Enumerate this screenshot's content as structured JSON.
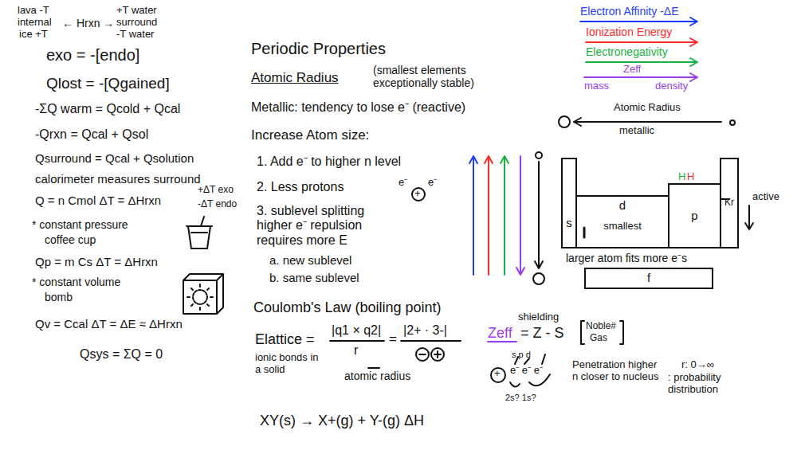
{
  "diagram": {
    "nodes": [
      {
        "text": [
          "s"
        ]
      },
      {
        "text": [
          "d",
          "smallest"
        ]
      },
      {
        "text": [
          "p"
        ]
      },
      {
        "text": [
          "Kr"
        ]
      },
      {
        "text": [
          "f"
        ]
      }
    ],
    "labels": [
      "lava -T",
      "internal",
      "ice +T",
      "← Hrxn →",
      "+T water",
      "surround",
      "-T water",
      "exo = -[endo]",
      "Qlost = -[Qgained]",
      "-ΣQ warm = Qcold + Qcal",
      "-Qrxn = Qcal + Qsol",
      "Qsurround = Qcal + Qsolution",
      "calorimeter measures surround",
      "Q = n Cmol ΔT = ΔHrxn",
      "+ΔT exo",
      "-ΔT endo",
      "* constant pressure",
      "coffee cup",
      "Qp = m Cs ΔT = ΔHrxn",
      "* constant volume",
      "bomb",
      "Qv = Ccal ΔT = ΔE ≈ ΔHrxn",
      "Qsys = ΣQ = 0",
      "Periodic Properties",
      "Atomic Radius",
      "(smallest elements exceptionally stable)",
      "Metallic: tendency to lose e⁻ (reactive)",
      "Increase Atom size:",
      "1. Add e⁻ to higher n level",
      "2. Less protons",
      "e⁻",
      "+",
      "e⁻",
      "3. sublevel splitting higher e⁻ repulsion requires more E",
      "a. new sublevel",
      "b. same sublevel",
      "Coulomb's Law (boiling point)",
      "Elattice =",
      "|q1 × q2|",
      "r",
      "=",
      "|2+ · 3-|",
      "ionic bonds in a solid",
      "atomic radius",
      "XY(s) → X+(g) + Y-(g)   ΔH",
      "Electron Affinity -ΔE",
      "Ionization Energy",
      "Electronegativity",
      "Zeff",
      "mass",
      "density",
      "Atomic Radius",
      "metallic",
      "H",
      "H",
      "active",
      "larger atom fits more e⁻s",
      "shielding",
      "Zeff",
      "= Z - S",
      "Noble#",
      "Gas",
      "s p d",
      "+",
      "e⁻ e⁻ e⁻",
      "2s? 1s?",
      "Penetration higher n closer to nucleus",
      "r: 0→∞",
      ": probability distribution"
    ]
  }
}
